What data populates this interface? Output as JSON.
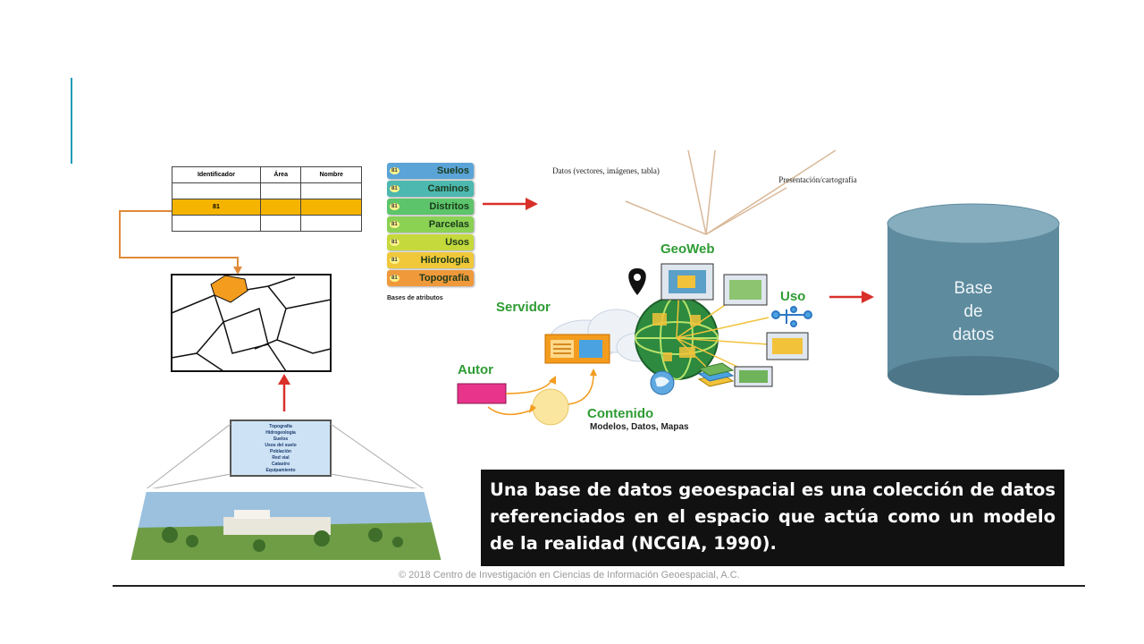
{
  "attribute_table": {
    "headers": [
      "Identificador",
      "Área",
      "Nombre"
    ],
    "highlight_id": "81"
  },
  "layers": [
    {
      "tag": "81",
      "label": "Suelos",
      "color": "#5aa4d8"
    },
    {
      "tag": "81",
      "label": "Caminos",
      "color": "#4db8b0"
    },
    {
      "tag": "81",
      "label": "Distritos",
      "color": "#5cc46a"
    },
    {
      "tag": "81",
      "label": "Parcelas",
      "color": "#8ad154"
    },
    {
      "tag": "81",
      "label": "Usos",
      "color": "#c5d93c"
    },
    {
      "tag": "81",
      "label": "Hidrología",
      "color": "#f0c83a"
    },
    {
      "tag": "81",
      "label": "Topografía",
      "color": "#f0993a"
    }
  ],
  "layers_caption": "Bases de atributos",
  "screen_layers": [
    "Topografía",
    "Hidrogeología",
    "Suelos",
    "Usos del suelo",
    "Población",
    "Red vial",
    "Catastro",
    "Equipamiento"
  ],
  "labels": {
    "datos": "Datos (vectores, imágenes, tabla)",
    "presentacion": "Presentación/cartografía",
    "geoweb": "GeoWeb",
    "uso": "Uso",
    "servidor": "Servidor",
    "autor": "Autor",
    "contenido": "Contenido",
    "contenido_sub": "Modelos, Datos, Mapas"
  },
  "database": {
    "line1": "Base",
    "line2": "de",
    "line3": "datos"
  },
  "quote": "Una base de datos geoespacial es una colección de datos referenciados en el espacio que actúa como un modelo de la realidad (NCGIA, 1990).",
  "copyright": "© 2018 Centro de Investigación en Ciencias de Información Geoespacial, A.C.",
  "colors": {
    "accent": "#1a9bb8",
    "arrow": "#d9302a",
    "highlight": "#f4b400",
    "db": "#5e8b9e"
  }
}
